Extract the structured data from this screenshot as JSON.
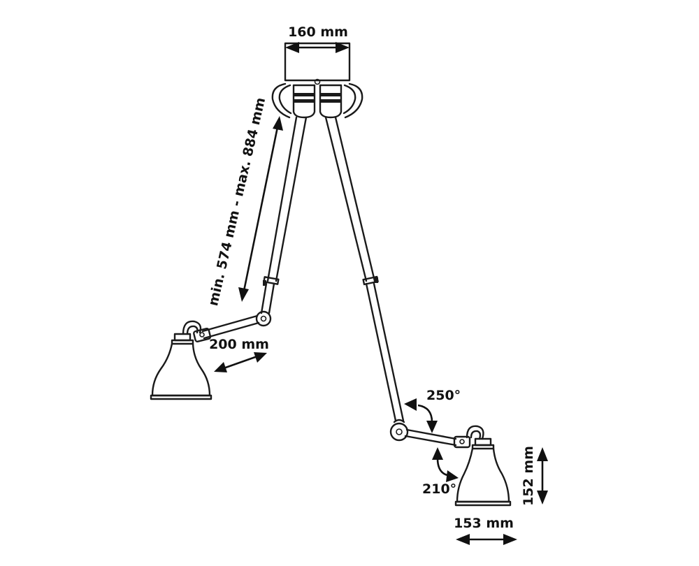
{
  "dimensions": {
    "canopy_width": "160 mm",
    "arm_length": "min. 574 mm - max. 884 mm",
    "short_arm": "200 mm",
    "rotation_upper": "250°",
    "rotation_lower": "210°",
    "shade_height": "152 mm",
    "shade_diameter": "153 mm"
  },
  "colors": {
    "line": "#1a1a1a",
    "background": "#ffffff"
  }
}
